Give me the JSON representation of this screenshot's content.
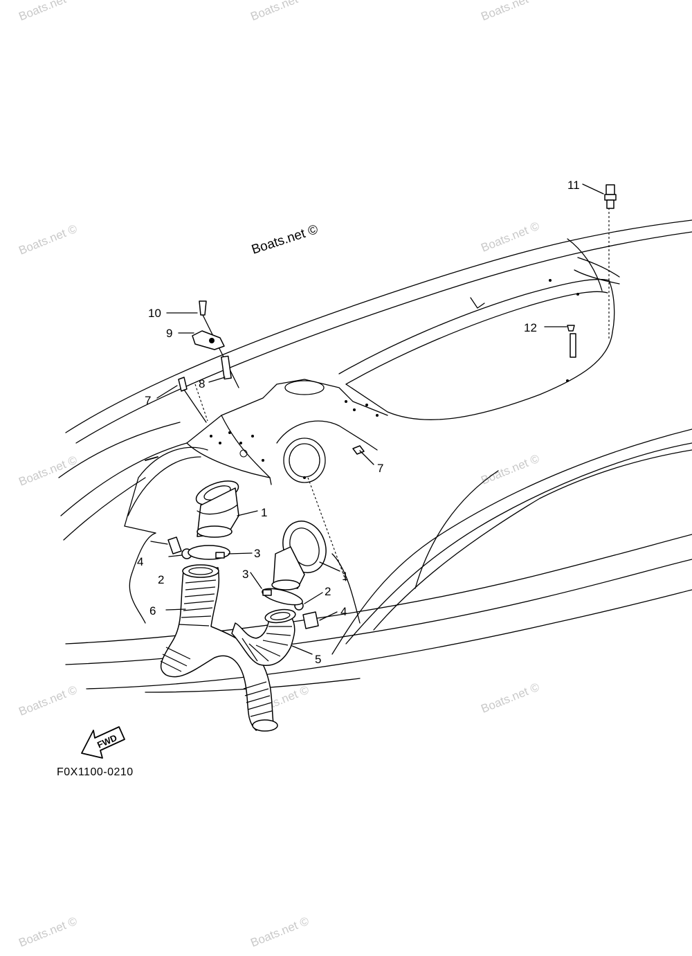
{
  "diagram": {
    "figure_code": "F0X1100-0210",
    "fwd_label": "FWD",
    "watermark_main": "Boats.net ©",
    "watermarks": [
      "Boats.net ©",
      "Boats.net ©",
      "Boats.net ©",
      "Boats.net ©",
      "Boats.net ©",
      "Boats.net ©",
      "Boats.net ©",
      "Boats.net ©",
      "Boats.net ©",
      "Boats.net ©",
      "Boats.net ©",
      "Boats.net ©"
    ],
    "callouts": {
      "c1a": "1",
      "c1b": "1",
      "c2a": "2",
      "c2b": "2",
      "c3a": "3",
      "c3b": "3",
      "c4a": "4",
      "c4b": "4",
      "c5": "5",
      "c6": "6",
      "c7a": "7",
      "c7b": "7",
      "c8": "8",
      "c9": "9",
      "c10": "10",
      "c11": "11",
      "c12": "12"
    }
  }
}
